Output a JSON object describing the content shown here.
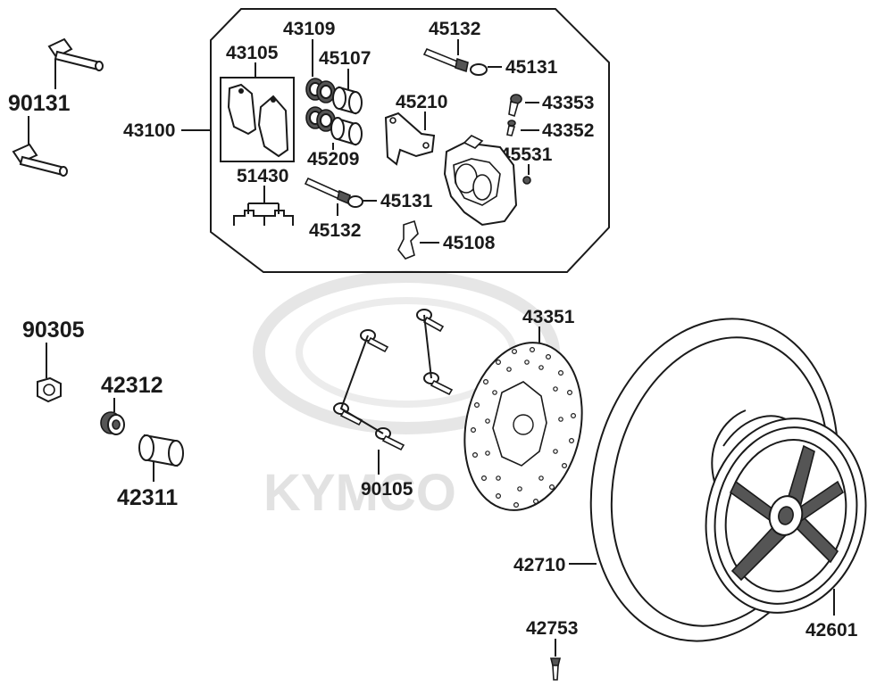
{
  "watermark": {
    "brand": "KYMCO"
  },
  "labels": {
    "p90131": "90131",
    "p43100": "43100",
    "p43105": "43105",
    "p43109": "43109",
    "p45107": "45107",
    "p45209": "45209",
    "p51430": "51430",
    "p45132_top": "45132",
    "p45131_top": "45131",
    "p45210": "45210",
    "p43353": "43353",
    "p43352": "43352",
    "p45531": "45531",
    "p45131_mid": "45131",
    "p45132_mid": "45132",
    "p45108": "45108",
    "p90305": "90305",
    "p42312": "42312",
    "p42311": "42311",
    "p43351": "43351",
    "p90105": "90105",
    "p42710": "42710",
    "p42753": "42753",
    "p42601": "42601"
  }
}
